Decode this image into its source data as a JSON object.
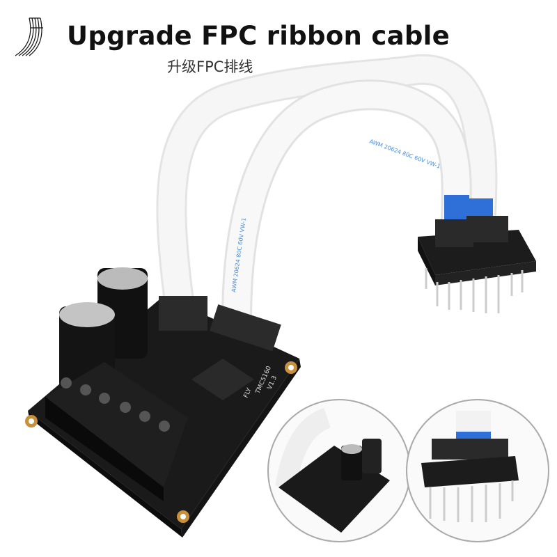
{
  "header": {
    "title": "Upgrade FPC ribbon cable",
    "subtitle": "升级FPC排线",
    "logo_icon": "ribbon-cable-icon"
  },
  "product": {
    "board_model": "TMC5160",
    "board_version": "V1.3",
    "board_brand": "FLY",
    "cable_marking": "AWM 20624 80C 60V VW-1"
  },
  "colors": {
    "pcb": "#1a1a1a",
    "cable": "#f2f2f2",
    "cable_tip": "#2f6fd8",
    "cable_text": "#4a8fd6",
    "gold_pad": "#c8903a"
  }
}
